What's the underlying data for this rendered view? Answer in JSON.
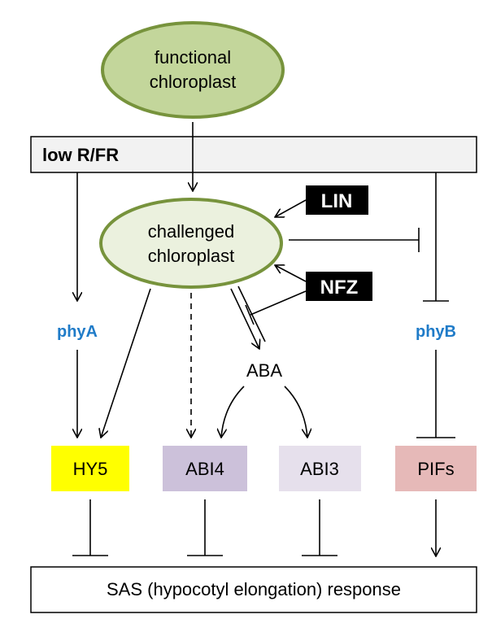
{
  "nodes": {
    "functional": [
      "functional",
      "chloroplast"
    ],
    "challenged": [
      "challenged",
      "chloroplast"
    ],
    "low_rfr": "low R/FR",
    "lin": "LIN",
    "nfz": "NFZ",
    "phyA": "phyA",
    "phyB": "phyB",
    "aba": "ABA",
    "hy5": "HY5",
    "abi4": "ABI4",
    "abi3": "ABI3",
    "pifs": "PIFs",
    "sas": "SAS (hypocotyl elongation) response"
  },
  "colors": {
    "ellipse_stroke": "#77933c",
    "functional_fill": "#c3d69b",
    "challenged_fill": "#ebf1de",
    "bar_fill": "#f2f2f2",
    "phy_text": "#1f7bc8",
    "hy5_fill": "#ffff00",
    "abi4_fill": "#ccc1da",
    "abi3_fill": "#e6e0ec",
    "pifs_fill": "#e6b9b8",
    "drug_fill": "#000000"
  }
}
